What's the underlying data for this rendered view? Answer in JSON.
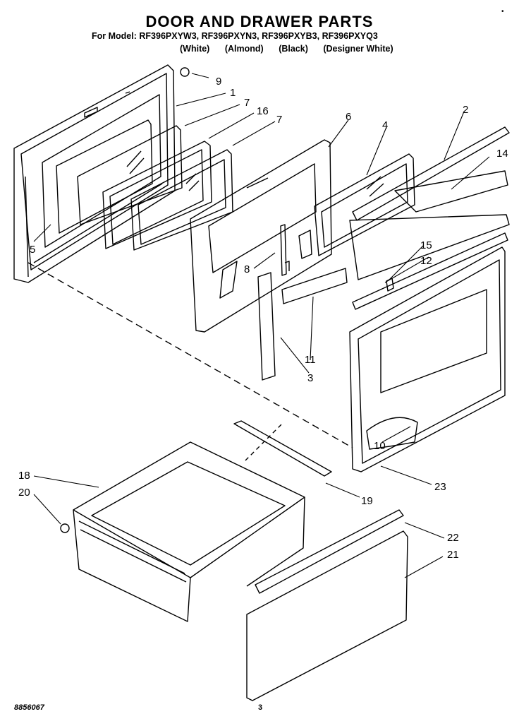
{
  "header": {
    "title": "DOOR AND DRAWER PARTS",
    "models_prefix": "For Model:",
    "models": [
      "RF396PXYW3,",
      "RF396PXYN3,",
      "RF396PXYB3,",
      "RF396PXYQ3"
    ],
    "colors": [
      "(White)",
      "(Almond)",
      "(Black)",
      "(Designer White)"
    ]
  },
  "corner_mark": "•",
  "footer": {
    "diagram_number": "8856067",
    "page_number": "3"
  },
  "parts": {
    "p1": "1",
    "p2": "2",
    "p3": "3",
    "p4": "4",
    "p5": "5",
    "p6": "6",
    "p7a": "7",
    "p7b": "7",
    "p8": "8",
    "p9": "9",
    "p10": "10",
    "p11": "11",
    "p12": "12",
    "p14": "14",
    "p15": "15",
    "p16": "16",
    "p18": "18",
    "p19": "19",
    "p20": "20",
    "p21": "21",
    "p22": "22",
    "p23": "23"
  }
}
